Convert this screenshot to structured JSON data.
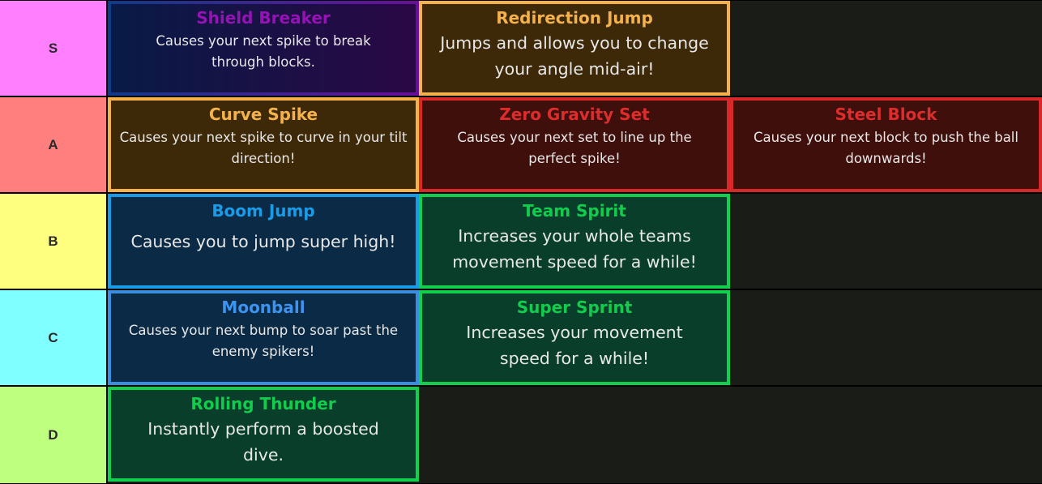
{
  "tiers": [
    {
      "label": "S",
      "color": "#ff7fff",
      "items": [
        {
          "title": "Shield Breaker",
          "desc": "Causes your next spike to break through blocks."
        },
        {
          "title": "Redirection Jump",
          "desc": "Jumps and allows you to change your angle mid-air!"
        }
      ]
    },
    {
      "label": "A",
      "color": "#ff7f7f",
      "items": [
        {
          "title": "Curve Spike",
          "desc": "Causes your next spike to curve in your tilt direction!"
        },
        {
          "title": "Zero Gravity Set",
          "desc": "Causes your next set to line up the perfect spike!"
        },
        {
          "title": "Steel Block",
          "desc": "Causes your next block to push the ball downwards!"
        }
      ]
    },
    {
      "label": "B",
      "color": "#ffff7f",
      "items": [
        {
          "title": "Boom Jump",
          "desc": "Causes you to jump super high!"
        },
        {
          "title": "Team Spirit",
          "desc": "Increases your whole teams movement speed for a while!"
        }
      ]
    },
    {
      "label": "C",
      "color": "#7fffff",
      "items": [
        {
          "title": "Moonball",
          "desc": "Causes your next bump to soar past the enemy spikers!"
        },
        {
          "title": "Super Sprint",
          "desc": "Increases your movement speed for a while!"
        }
      ]
    },
    {
      "label": "D",
      "color": "#bfff7f",
      "items": [
        {
          "title": "Rolling Thunder",
          "desc": "Instantly perform a boosted dive."
        }
      ]
    }
  ]
}
